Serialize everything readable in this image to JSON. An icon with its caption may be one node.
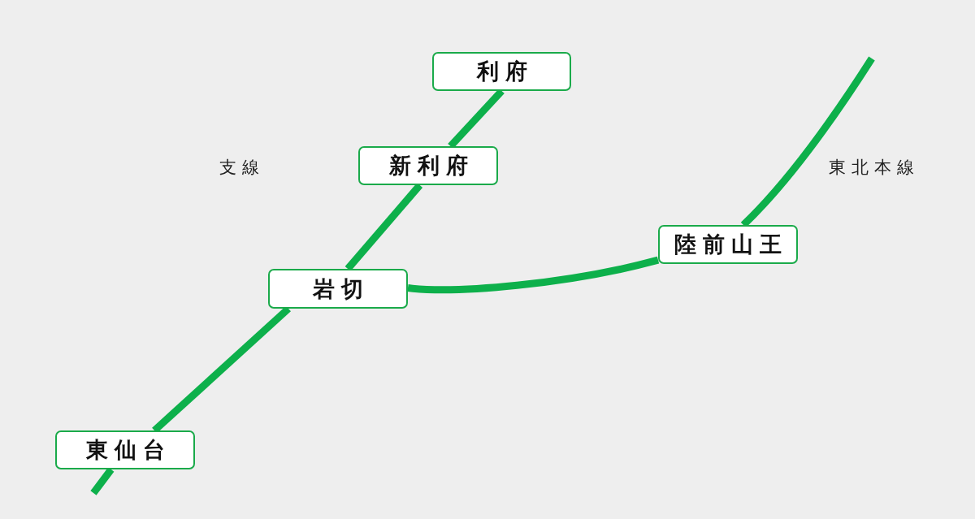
{
  "diagram": {
    "nodes": [
      {
        "text": [
          "利府"
        ]
      },
      {
        "text": [
          "新利府"
        ]
      },
      {
        "text": [
          "岩切"
        ]
      },
      {
        "text": [
          "陸前山王"
        ]
      },
      {
        "text": [
          "東仙台"
        ]
      }
    ],
    "edges": [
      {
        "from": 4,
        "to": 2,
        "arrow": "none"
      },
      {
        "from": 2,
        "to": 1,
        "arrow": "none"
      },
      {
        "from": 1,
        "to": 0,
        "arrow": "none"
      },
      {
        "from": 2,
        "to": 3,
        "arrow": "none"
      },
      {
        "from": 3,
        "to": null,
        "arrow": "none"
      },
      {
        "from": 4,
        "to": null,
        "arrow": "none"
      }
    ],
    "labels": [
      "支線",
      "東北本線"
    ]
  }
}
